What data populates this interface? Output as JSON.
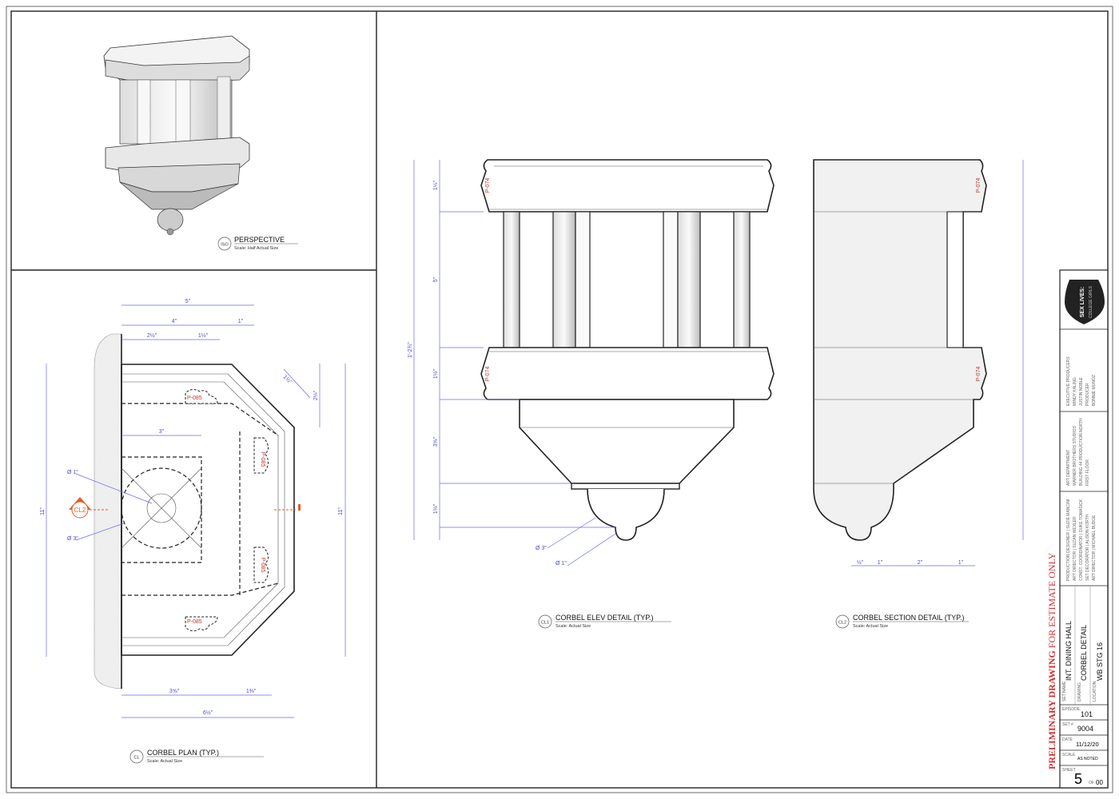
{
  "views": {
    "perspective": {
      "tag": "ISO",
      "title": "PERSPECTIVE",
      "scale": "Scale: Half Actual Size"
    },
    "plan": {
      "tag": "CL",
      "title": "CORBEL PLAN (TYP.)",
      "scale": "Scale: Actual Size",
      "section_marker": "CL2"
    },
    "elevation": {
      "tag": "CL1",
      "title": "CORBEL ELEV DETAIL (TYP.)",
      "scale": "Scale: Actual Size"
    },
    "section": {
      "tag": "CL2",
      "title": "CORBEL SECTION DETAIL (TYP.)",
      "scale": "Scale: Actual Size"
    }
  },
  "profiles": {
    "plan": "P-085",
    "elevation": "P-074"
  },
  "plan_dims": {
    "overall_w": "5\"",
    "w4": "4\"",
    "w1": "1\"",
    "w2h": "2½\"",
    "w1h": "1½\"",
    "w3": "3\"",
    "diag": "1½\"",
    "h11": "11\"",
    "d1": "Ø 1\"",
    "d3": "Ø 3\"",
    "bot6": "6½\"",
    "bot3": "3⅝\"",
    "bot1": "1⅜\"",
    "side": "2⅛\""
  },
  "elev_dims": {
    "overall": "1'-2¾\"",
    "cap": "1½\"",
    "mid": "5\"",
    "base": "3⅝\"",
    "knob": "1⅛\"",
    "d3": "Ø 3\"",
    "d1": "Ø 1\""
  },
  "section_dims": {
    "a": "½\"",
    "b": "1\"",
    "c": "2\"",
    "d": "1\""
  },
  "disclaimer": {
    "bold": "PRELIMINARY DRAWING",
    "rest": "FOR ESTIMATE ONLY"
  },
  "title_block": {
    "logo": "SEX LIVES: COLLEGE GIRLS",
    "producers": [
      "EXECUTIVE PRODUCERS",
      "MINDY KALING",
      "JUSTIN NOBLE",
      "PRODUCER",
      "BONNIE MUNOZ"
    ],
    "studio": [
      "ART DEPARTMENT",
      "WARNER BROTHERS STUDIOS",
      "BUILDING 44 PRODUCTION NORTH",
      "FIRST FLOOR"
    ],
    "crew": [
      "PRODUCTION DESIGNER | SUZIE MANCINI",
      "ART DIRECTOR | SUZAN WEXLER",
      "CONST. COORDINATOR | DUKE TOMASICK",
      "SET DECORATOR | ALISON KORTH",
      "ART DIRECTOR | MICHAEL BUDGE"
    ],
    "set_name_label": "SET NAME",
    "set_name": "INT. DINING HALL",
    "drawing_label": "DRAWING",
    "drawing": "CORBEL DETAIL",
    "location_label": "LOCATION",
    "location": "WB STG 16",
    "episode_label": "EPISODE",
    "episode": "101",
    "set_label": "SET #",
    "set": "9004",
    "date_label": "DATE",
    "date": "11/12/20",
    "scale_label": "SCALE",
    "scale": "AS NOTED",
    "sheet_label": "SHEET",
    "sheet": "5",
    "of_label": "OF",
    "of": "00"
  }
}
